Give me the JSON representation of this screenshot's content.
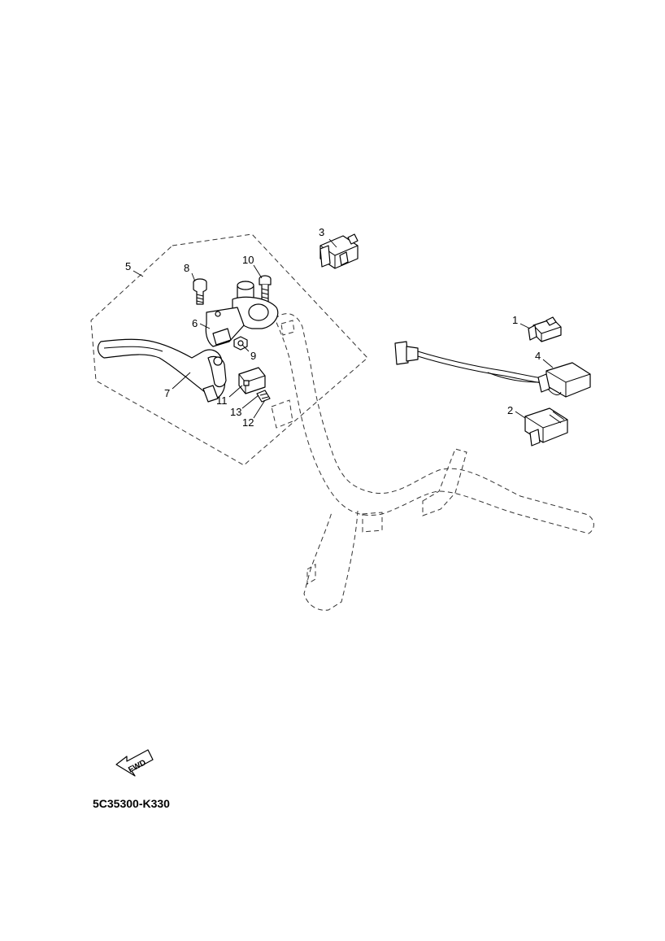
{
  "diagram": {
    "callouts": [
      {
        "id": "1",
        "label": "1"
      },
      {
        "id": "2",
        "label": "2"
      },
      {
        "id": "3",
        "label": "3"
      },
      {
        "id": "4",
        "label": "4"
      },
      {
        "id": "5",
        "label": "5"
      },
      {
        "id": "6",
        "label": "6"
      },
      {
        "id": "7",
        "label": "7"
      },
      {
        "id": "8",
        "label": "8"
      },
      {
        "id": "9",
        "label": "9"
      },
      {
        "id": "10",
        "label": "10"
      },
      {
        "id": "11",
        "label": "11"
      },
      {
        "id": "12",
        "label": "12"
      },
      {
        "id": "13",
        "label": "13"
      }
    ],
    "fwd_arrow_text": "FWD",
    "diagram_code": "5C35300-K330"
  }
}
